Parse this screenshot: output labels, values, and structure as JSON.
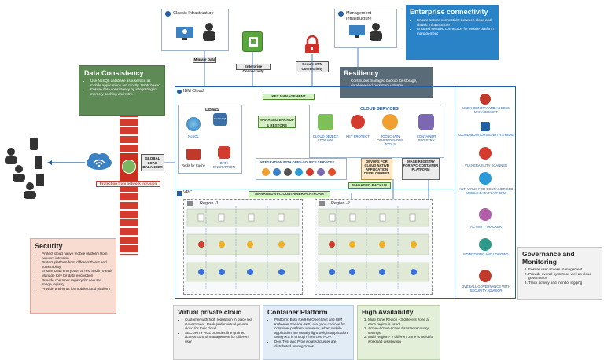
{
  "classic_infra": {
    "title": "Classic Infrastructure"
  },
  "mgmt_infra": {
    "title": "Management Infrastructure"
  },
  "enterprise": {
    "title": "Enterprise connectivity",
    "bullets": [
      "Ensure secure connectivity between cloud and classic infrastructure",
      "Ensured secured connection for mobile platform management"
    ]
  },
  "data_consistency": {
    "title": "Data Consistency",
    "bullets": [
      "Use NoSQL database as a service as mobile applications are mostly JSON based",
      "Ensure data consistency by integrating in-memory caching and retry."
    ]
  },
  "resiliency": {
    "title": "Resiliency",
    "bullets": [
      "Continuous managed backup for storage, database and persistent volumes"
    ]
  },
  "labels": {
    "migrate_data": "Migrate Data",
    "enterprise_connectivity": "Enterprise Connectivity",
    "secure_vpn": "Secure VPN Connectivity",
    "ibm_cloud": "IBM Cloud",
    "key_management": "KEY MANAGEMENT",
    "managed_backup_restore": "MANAGED BACKUP & RESTORE",
    "cloud_services": "CLOUD SERVICES",
    "dbaas": "DBaaS",
    "global_lb": "GLOBAL LOAD BALANCER",
    "protection": "Protection from network intrusion",
    "integration": "INTEGRATION WITH OPEN-SOURCE SERVICES",
    "devops": "DEVOPS FOR CLOUD NATIVE APPLICATION DEVELOPMENT",
    "image_registry": "IMAGE REGISTRY FOR VPC-CONTAINER PLATFORM",
    "managed_backup": "MANAGED BACKUP",
    "vpc": "VPC",
    "managed_vpc_platform": "MANAGED VPC-CONTAINER PLATFORM",
    "region1": "Region -1",
    "region2": "Region -2"
  },
  "dbaas_items": {
    "nosql": "NoSQL",
    "postgres": "PostgreSQL",
    "redis": "Redis for Cache",
    "data_enc": "DATA ENCRYPTION"
  },
  "cloud_svc_items": {
    "cos": "CLOUD OBJECT STORAGE",
    "kp": "KEY PROTECT",
    "toolchain": "TOOLCHAIN OTHER DEVOPS TOOLS",
    "cr": "CONTAINER REGISTRY"
  },
  "side_items": {
    "iam": "USER IDENTITY AND ACCESS MANAGEMENT",
    "sysdig": "CLOUD MONITORING WITH SYSDIG",
    "vuln": "VULNERABILITY SCANNER",
    "antivirus": "ANTI VIRUS FOR CONTAINERISED MOBILE DATA PLATFORM",
    "activity": "ACTIVITY TRACKER",
    "monitoring": "MONITORING AND LOGGING",
    "overall": "OVERALL GOVERNANCE WITH SECURITY ADVISOR"
  },
  "security": {
    "title": "Security",
    "bullets": [
      "Protect cloud native mobile platform from network intrusion",
      "Protect platform from different threat and vulnerability",
      "Ensure Data encryption at rest and in transit",
      "Manage Key for data encryption",
      "Provide container registry for secured image registry",
      "Provide anti-virus for mobile cloud platform"
    ]
  },
  "governance": {
    "title": "Governance and Monitoring",
    "bullets": [
      "Ensure user access management",
      "Provide overall system as well as cloud governance",
      "Track activity and monitor logging"
    ]
  },
  "vpc_panel": {
    "title": "Virtual private cloud",
    "bullets": [
      "Customer with high regulation in place like Government, Bank prefer virtual private cloud for their cloud",
      "SECURITY ACL provides fine grained access control management for different user"
    ]
  },
  "container_panel": {
    "title": "Container Platform",
    "bullets": [
      "Platform: Both RedHat OpenShift and IBM Kubernet Service (IKS) are good choices for container platform. However, when mobile application are usually light weight application, using IKS is enough from cost POV.",
      "Dev, Test and Prod isolated cluster are distributed among zones"
    ]
  },
  "ha_panel": {
    "title": "High Availability",
    "bullets": [
      "Multi Zone Region - 3 different zone at each region is used",
      "Active-Active-Active disaster recovery settings",
      "Multi Region - 2 different zone is used for workload distribution"
    ]
  },
  "colors": {
    "green": "#4a8a2e",
    "blue": "#1f5fa8",
    "red": "#c0392b",
    "gray_title": "#5a6b78"
  }
}
